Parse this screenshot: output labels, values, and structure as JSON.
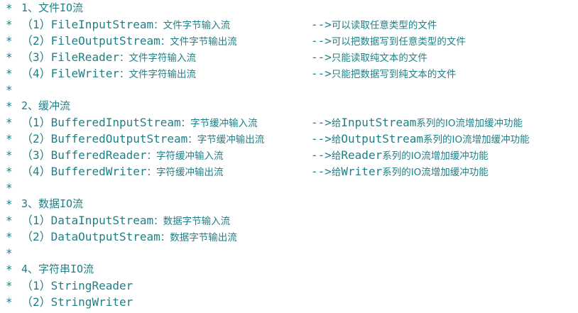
{
  "lines": [
    {
      "star": "*",
      "section": "1、文件IO流"
    },
    {
      "star": "*",
      "num": "（1）",
      "cls": "FileInputStream",
      "desc": "：文件字节输入流",
      "arrow": "-->",
      "note": "可以读取任意类型的文件"
    },
    {
      "star": "*",
      "num": "（2）",
      "cls": "FileOutputStream",
      "desc": "：文件字节输出流",
      "arrow": "-->",
      "note": "可以把数据写到任意类型的文件"
    },
    {
      "star": "*",
      "num": "（3）",
      "cls": "FileReader",
      "desc": "：文件字符输入流",
      "arrow": "-->",
      "note": "只能读取纯文本的文件"
    },
    {
      "star": "*",
      "num": "（4）",
      "cls": "FileWriter",
      "desc": "：文件字符输出流",
      "arrow": "-->",
      "note": "只能把数据写到纯文本的文件"
    },
    {
      "star": "*"
    },
    {
      "star": "*",
      "section": "2、缓冲流"
    },
    {
      "star": "*",
      "num": "（1）",
      "cls": "BufferedInputStream",
      "desc": "：字节缓冲输入流",
      "arrow": "-->",
      "pre": "给",
      "en": "InputStream",
      "note": "系列的IO流增加缓冲功能"
    },
    {
      "star": "*",
      "num": "（2）",
      "cls": "BufferedOutputStream",
      "desc": "：字节缓冲输出流",
      "arrow": "-->",
      "pre": "给",
      "en": "OutputStream",
      "note": "系列的IO流增加缓冲功能"
    },
    {
      "star": "*",
      "num": "（3）",
      "cls": "BufferedReader",
      "desc": "：字符缓冲输入流",
      "arrow": "-->",
      "pre": "给",
      "en": "Reader",
      "note": "系列的IO流增加缓冲功能"
    },
    {
      "star": "*",
      "num": "（4）",
      "cls": "BufferedWriter",
      "desc": "：字符缓冲输出流",
      "arrow": "-->",
      "pre": "给",
      "en": "Writer",
      "note": "系列的IO流增加缓冲功能"
    },
    {
      "star": "*"
    },
    {
      "star": "*",
      "section": "3、数据IO流"
    },
    {
      "star": "*",
      "num": "（1）",
      "cls": "DataInputStream",
      "desc": "：数据字节输入流"
    },
    {
      "star": "*",
      "num": "（2）",
      "cls": "DataOutputStream",
      "desc": "：数据字节输出流"
    },
    {
      "star": "*"
    },
    {
      "star": "*",
      "section": "4、字符串IO流"
    },
    {
      "star": "*",
      "num": "（1）",
      "cls": "StringReader"
    },
    {
      "star": "*",
      "num": "（2）",
      "cls": "StringWriter"
    }
  ]
}
